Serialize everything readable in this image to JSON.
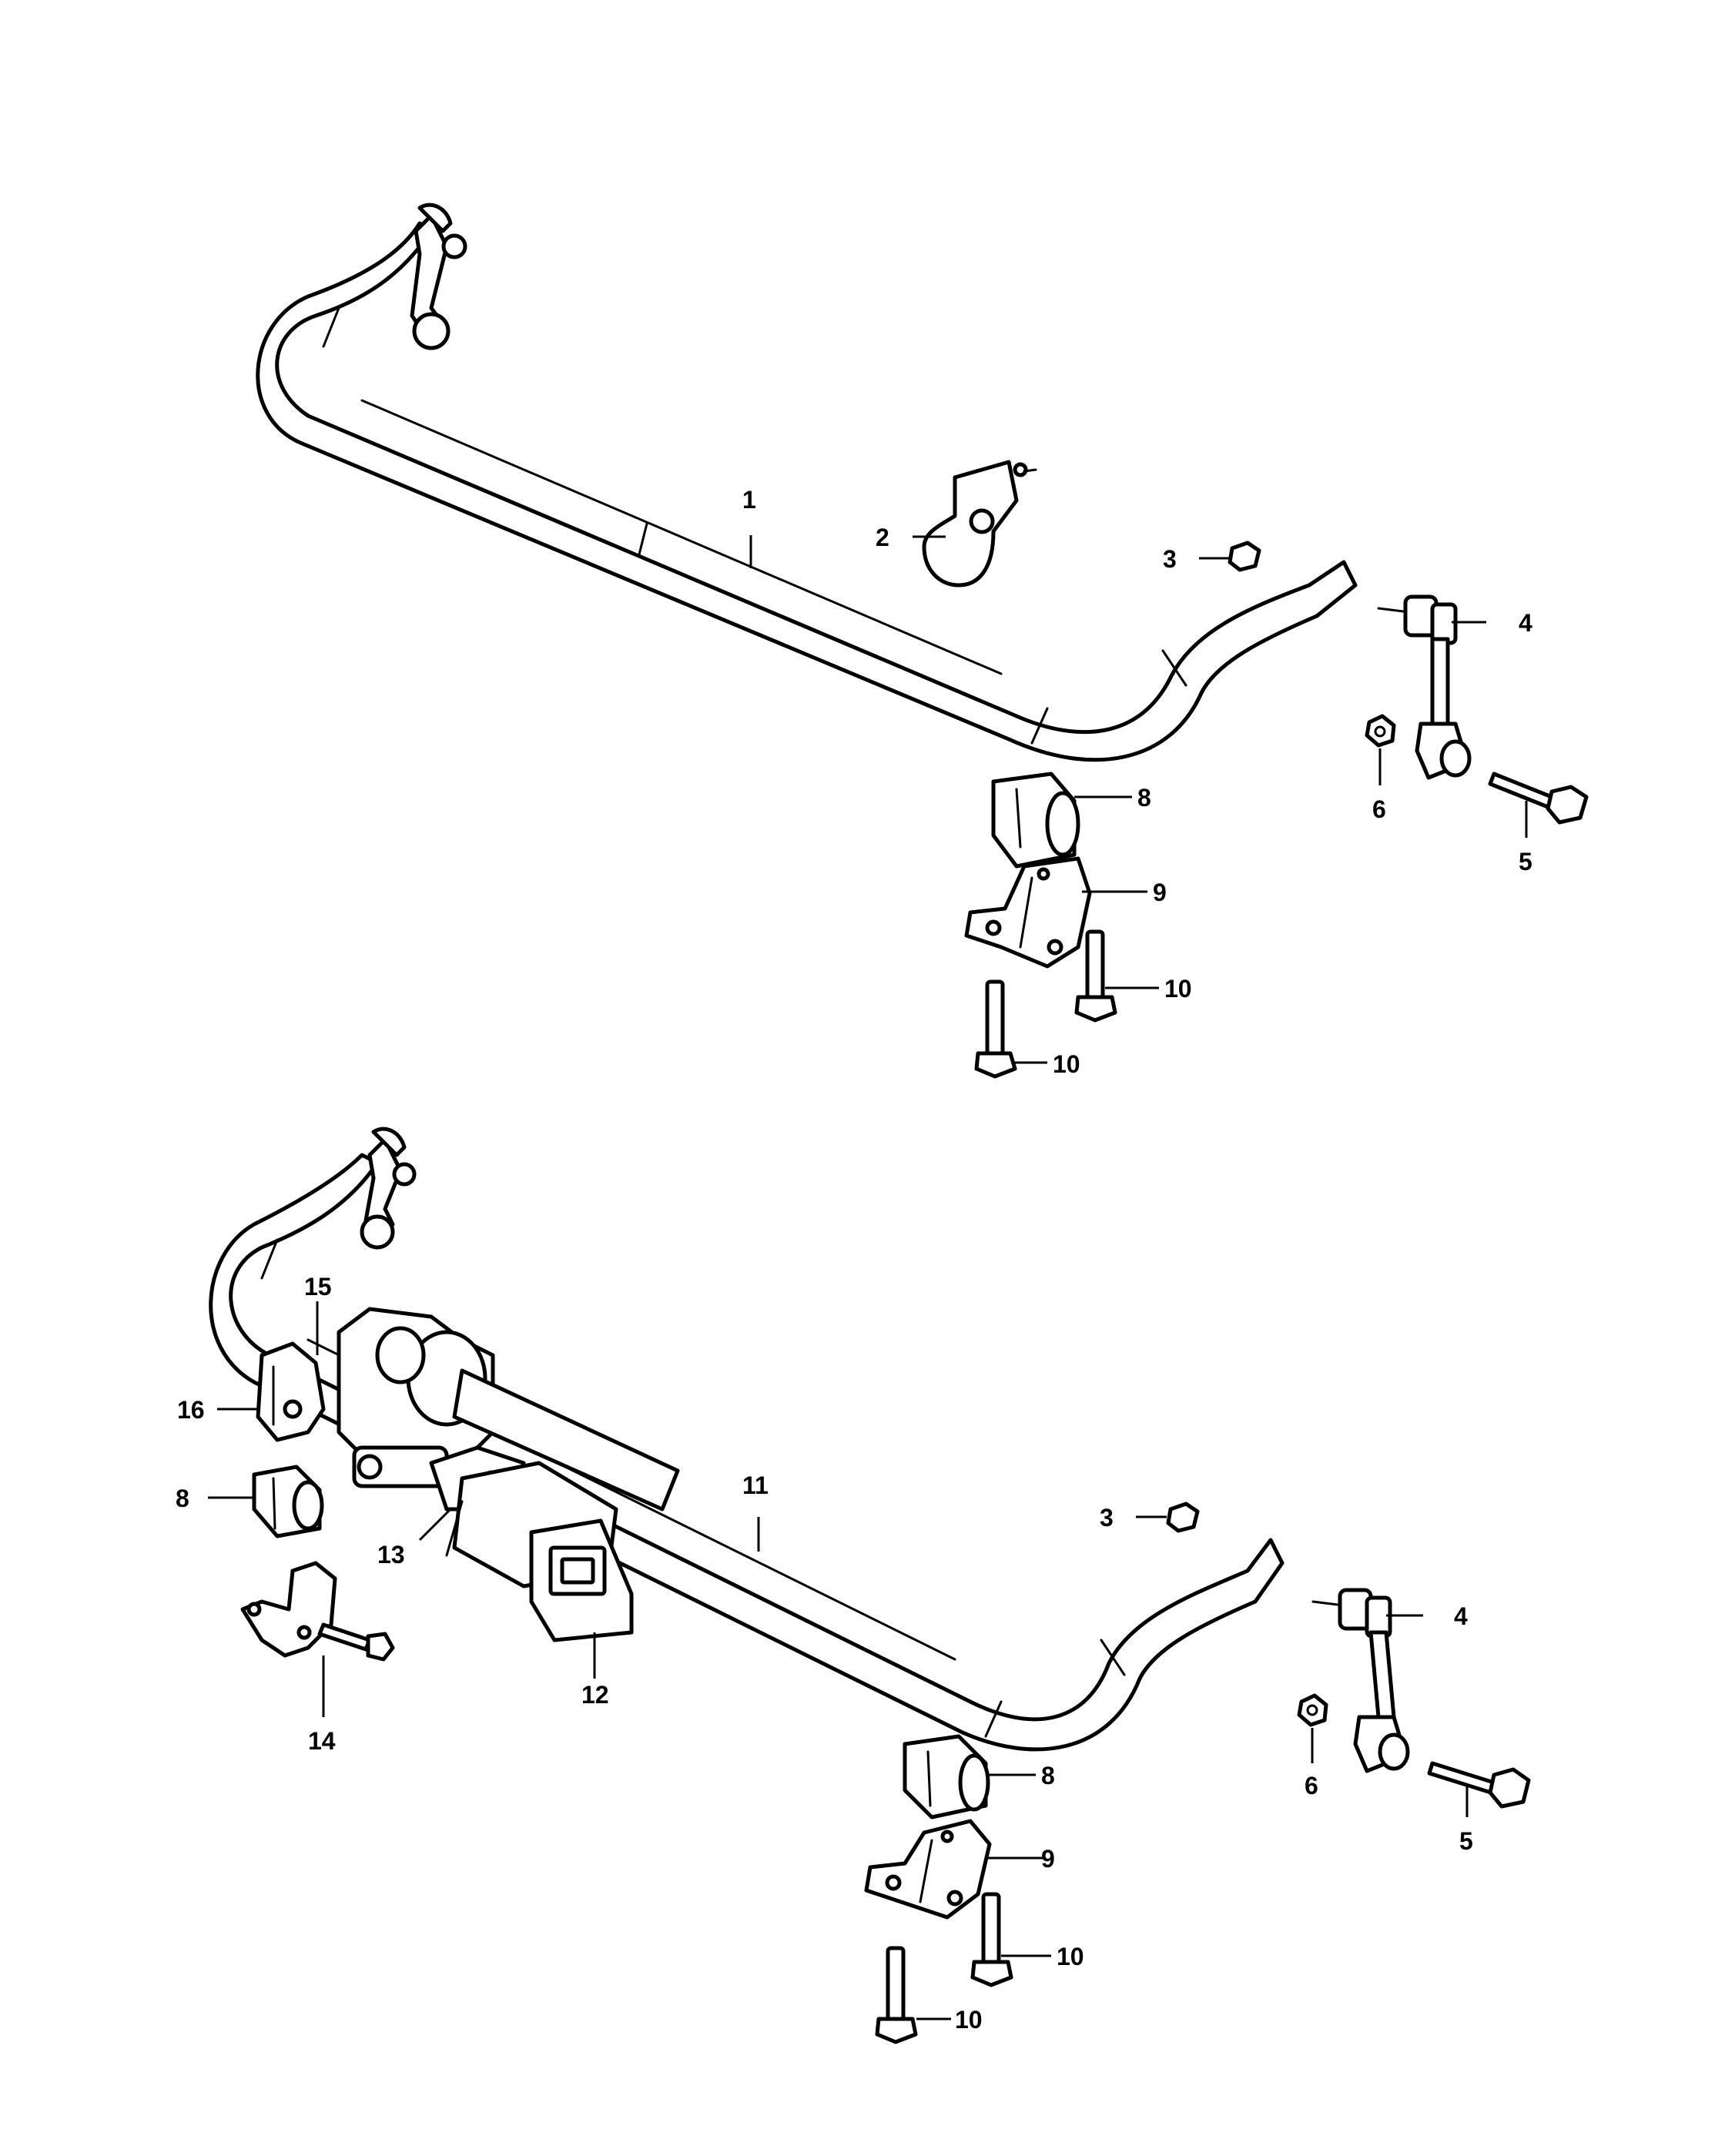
{
  "diagram": {
    "callouts_top": [
      {
        "id": "c1",
        "label": "1"
      },
      {
        "id": "c2",
        "label": "2"
      },
      {
        "id": "c3",
        "label": "3"
      },
      {
        "id": "c4",
        "label": "4"
      },
      {
        "id": "c5",
        "label": "5"
      },
      {
        "id": "c6",
        "label": "6"
      },
      {
        "id": "c8",
        "label": "8"
      },
      {
        "id": "c9",
        "label": "9"
      },
      {
        "id": "c10a",
        "label": "10"
      },
      {
        "id": "c10b",
        "label": "10"
      }
    ],
    "callouts_bottom": [
      {
        "id": "d11",
        "label": "11"
      },
      {
        "id": "d3",
        "label": "3"
      },
      {
        "id": "d4",
        "label": "4"
      },
      {
        "id": "d5",
        "label": "5"
      },
      {
        "id": "d6",
        "label": "6"
      },
      {
        "id": "d8a",
        "label": "8"
      },
      {
        "id": "d8b",
        "label": "8"
      },
      {
        "id": "d9",
        "label": "9"
      },
      {
        "id": "d10a",
        "label": "10"
      },
      {
        "id": "d10b",
        "label": "10"
      },
      {
        "id": "d12",
        "label": "12"
      },
      {
        "id": "d13",
        "label": "13"
      },
      {
        "id": "d14",
        "label": "14"
      },
      {
        "id": "d15",
        "label": "15"
      },
      {
        "id": "d16",
        "label": "16"
      }
    ]
  }
}
